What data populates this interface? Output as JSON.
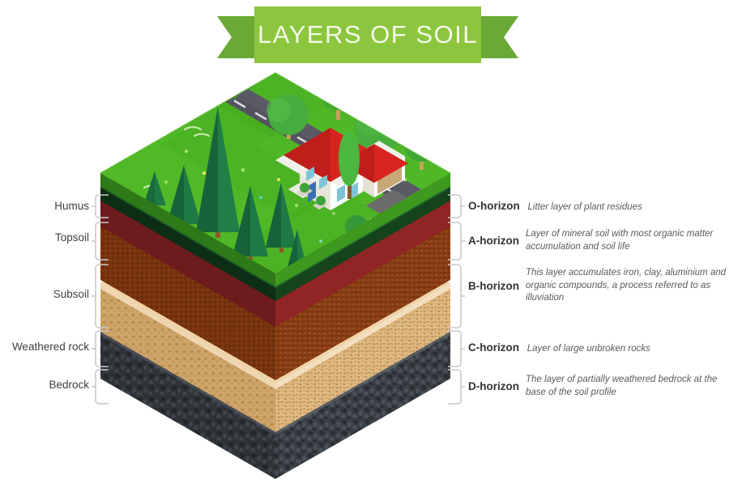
{
  "banner": {
    "title": "LAYERS OF SOIL",
    "body_color": "#8cc63e",
    "tail_color": "#6aa935",
    "text_color": "#f4f9e8"
  },
  "left_labels": [
    {
      "id": "humus",
      "label": "Humus"
    },
    {
      "id": "topsoil",
      "label": "Topsoil"
    },
    {
      "id": "subsoil",
      "label": "Subsoil"
    },
    {
      "id": "weathered-rock",
      "label": "Weathered rock"
    },
    {
      "id": "bedrock",
      "label": "Bedrock"
    }
  ],
  "right_labels": [
    {
      "id": "o-horizon",
      "name": "O-horizon",
      "desc": "Litter layer of plant residues"
    },
    {
      "id": "a-horizon",
      "name": "A-horizon",
      "desc": "Layer of mineral soil with most organic matter accumulation and soil life"
    },
    {
      "id": "b-horizon",
      "name": "B-horizon",
      "desc": "This layer accumulates iron, clay, aluminium and organic compounds, a process referred to as illuviation"
    },
    {
      "id": "c-horizon",
      "name": "C-horizon",
      "desc": "Layer of large unbroken rocks"
    },
    {
      "id": "d-horizon",
      "name": "D-horizon",
      "desc": "The layer of partially weathered bedrock at the base of the soil profile"
    }
  ],
  "layers": [
    {
      "id": "grass",
      "name": "Grass surface",
      "top": "#4cb324",
      "left": "#2f7a18",
      "right": "#3d9a1e"
    },
    {
      "id": "humus",
      "name": "Humus",
      "top": "#1d5c27",
      "left": "#0c2e14",
      "right": "#14431c"
    },
    {
      "id": "topsoil",
      "name": "Topsoil",
      "top": "#b5505a",
      "left": "#6d1b1c",
      "right": "#8f2524"
    },
    {
      "id": "subsoil",
      "name": "Subsoil",
      "top": "#c2764a",
      "left": "#78340f",
      "right": "#98481b"
    },
    {
      "id": "weathered-rock",
      "name": "Weathered rock",
      "top": "#f0d4a8",
      "left": "#cfa468",
      "right": "#dfb97f"
    },
    {
      "id": "bedrock",
      "name": "Bedrock",
      "top": "#8f97a0",
      "left": "#2f3338",
      "right": "#454b52"
    }
  ],
  "scene": {
    "road_color": "#5a5a66",
    "road_dash_color": "#d8d8dc",
    "house_wall": "#ffffff",
    "house_roof": "#d8241f",
    "house_roof_shade": "#b01c18",
    "garage_door": "#c9a878",
    "driveway": "#6b6b6b",
    "pine_dark": "#1a6b3c",
    "pine_mid": "#21834a",
    "tree_green": "#3aa64a",
    "tree_green_dark": "#2e8c3c",
    "trunk": "#8a5a2b",
    "grass_light": "#63c43a",
    "grass_mid": "#4cb324",
    "grass_dark": "#3ba11c"
  },
  "bracket_color": "#c9c9c9"
}
